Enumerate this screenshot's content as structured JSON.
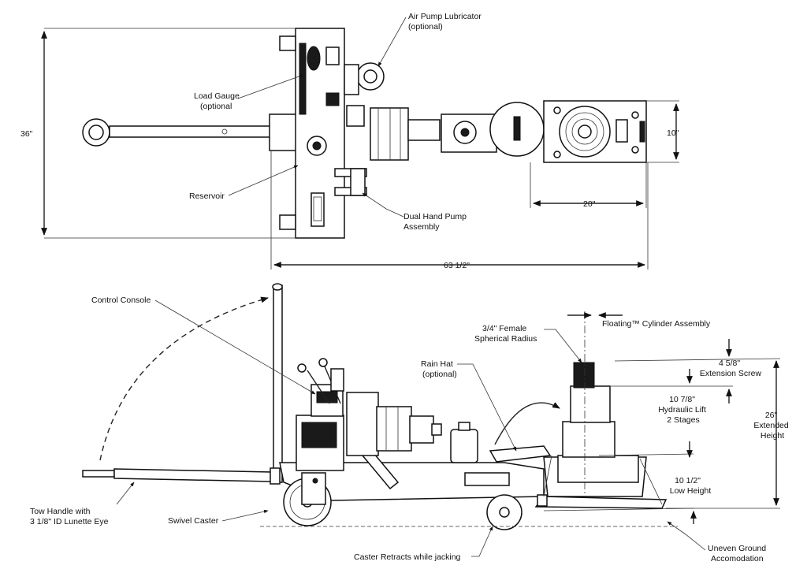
{
  "top_view": {
    "labels": {
      "air_pump_lubricator": [
        "Air Pump Lubricator",
        "(optional)"
      ],
      "load_gauge": [
        "Load Gauge",
        "(optional"
      ],
      "reservoir": [
        "Reservoir"
      ],
      "dual_hand_pump": [
        "Dual Hand Pump",
        "Assembly"
      ]
    },
    "dimensions": {
      "height": "36\"",
      "width_jack": "10\"",
      "length_jack": "20\"",
      "overall_length": "63 1/2\""
    }
  },
  "side_view": {
    "labels": {
      "control_console": [
        "Control Console"
      ],
      "tow_handle": [
        "Tow Handle with",
        "3 1/8\" ID Lunette Eye"
      ],
      "swivel_caster": [
        "Swivel Caster"
      ],
      "caster_retracts": [
        "Caster Retracts while jacking"
      ],
      "rain_hat": [
        "Rain Hat",
        "(optional)"
      ],
      "spherical_radius": [
        "3/4\" Female",
        "Spherical Radius"
      ],
      "floating_cylinder": [
        "Floating™ Cylinder Assembly"
      ],
      "extension_screw": [
        "4 5/8\"",
        "Extension Screw"
      ],
      "hydraulic_lift": [
        "10 7/8\"",
        "Hydraulic Lift",
        "2 Stages"
      ],
      "extended_height": [
        "26\"",
        "Extended",
        "Height"
      ],
      "low_height": [
        "10 1/2\"",
        "Low Height"
      ],
      "uneven_ground": [
        "Uneven Ground",
        "Accomodation"
      ]
    }
  }
}
